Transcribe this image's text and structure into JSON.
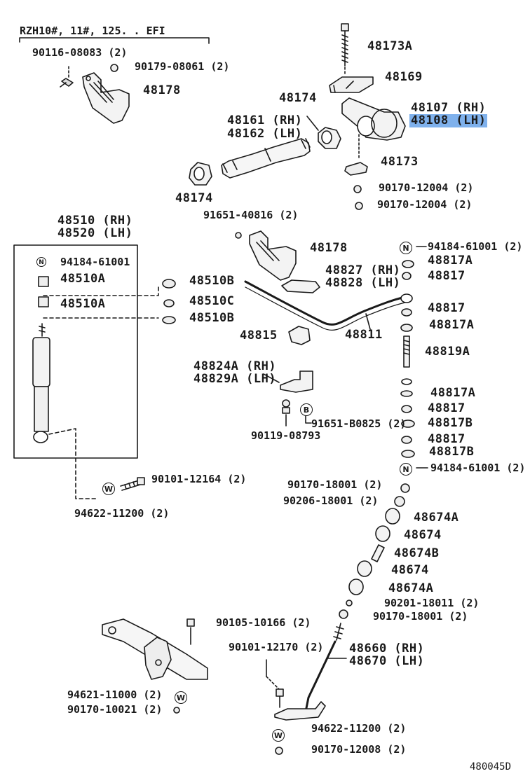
{
  "header": {
    "model": "RZH10#, 11#, 125. . EFI"
  },
  "diagram_id": "480045D",
  "labels": {
    "p90116": "90116-08083 (2)",
    "p90179": "90179-08061 (2)",
    "p48178a": "48178",
    "p48173A": "48173A",
    "p48169": "48169",
    "p48174a": "48174",
    "p48107": "48107 (RH)",
    "p48108": "48108 (LH)",
    "p48161": "48161 (RH)",
    "p48162": "48162 (LH)",
    "p48173": "48173",
    "p48174b": "48174",
    "p90170_12004a": "90170-12004 (2)",
    "p90170_12004b": "90170-12004 (2)",
    "p91651_40816": "91651-40816 (2)",
    "p48510": "48510 (RH)",
    "p48520": "48520 (LH)",
    "p94184_61001_box": "94184-61001",
    "p48510A_1": "48510A",
    "p48510A_2": "48510A",
    "p48510B_1": "48510B",
    "p48510C": "48510C",
    "p48510B_2": "48510B",
    "p48178b": "48178",
    "p94184_61001_a": "94184-61001 (2)",
    "p48817A_1": "48817A",
    "p48827": "48827 (RH)",
    "p48828": "48828 (LH)",
    "p48817_1": "48817",
    "p48817_2": "48817",
    "p48817A_2": "48817A",
    "p48815": "48815",
    "p48811": "48811",
    "p48819A": "48819A",
    "p48824A": "48824A (RH)",
    "p48829A": "48829A (LH)",
    "p48817A_3": "48817A",
    "p48817_3": "48817",
    "p91651_B0825": "91651-B0825 (2)",
    "p48817B_1": "48817B",
    "p90119": "90119-08793",
    "p48817_4": "48817",
    "p48817B_2": "48817B",
    "p94184_61001_b": "94184-61001 (2)",
    "p90101_12164": "90101-12164 (2)",
    "p94622_11200_a": "94622-11200 (2)",
    "p90170_18001_a": "90170-18001 (2)",
    "p90206_18001": "90206-18001 (2)",
    "p48674A_1": "48674A",
    "p48674_1": "48674",
    "p48674B": "48674B",
    "p48674_2": "48674",
    "p48674A_2": "48674A",
    "p90201_18011": "90201-18011 (2)",
    "p90170_18001_b": "90170-18001 (2)",
    "p90105_10166": "90105-10166 (2)",
    "p90101_12170": "90101-12170 (2)",
    "p48660": "48660 (RH)",
    "p48670": "48670 (LH)",
    "p94621_11000": "94621-11000 (2)",
    "p90170_10021": "90170-10021 (2)",
    "p94622_11200_b": "94622-11200 (2)",
    "p90170_12008": "90170-12008 (2)"
  },
  "badges": {
    "n": "N",
    "w": "W",
    "b": "B"
  },
  "colors": {
    "highlight": "#7fb1ec",
    "ink": "#1a1a1a"
  }
}
